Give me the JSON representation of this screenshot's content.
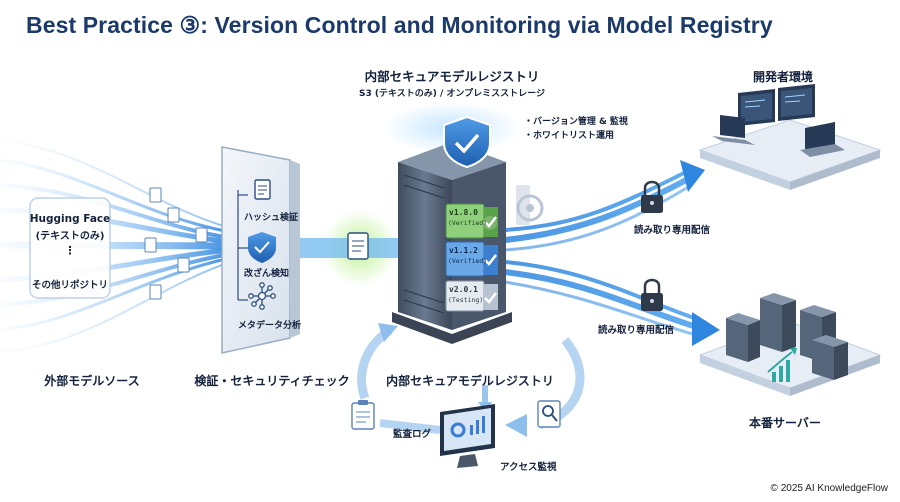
{
  "title": "Best Practice ③: Version Control and Monitoring via Model Registry",
  "external": {
    "source_1": "Hugging Face",
    "source_1_sub": "(テキストのみ)",
    "dots": "⋮",
    "source_2": "その他リポジトリ",
    "caption": "外部モデルソース"
  },
  "verify": {
    "items": [
      "ハッシュ検証",
      "改ざん検知",
      "メタデータ分析"
    ],
    "caption": "検証・セキュリティチェック"
  },
  "registry": {
    "title": "内部セキュアモデルレジストリ",
    "subtitle": "S3 (テキストのみ) / オンプレミスストレージ",
    "bullets": [
      "・バージョン管理 & 監視",
      "・ホワイトリスト運用"
    ],
    "versions": [
      {
        "version": "v1.8.0",
        "status": "(Verified)"
      },
      {
        "version": "v1.1.2",
        "status": "(Verified)"
      },
      {
        "version": "v2.0.1",
        "status": "(Testing)"
      }
    ],
    "caption": "内部セキュアモデルレジストリ"
  },
  "loop": {
    "audit": "監査ログ",
    "access": "アクセス監視"
  },
  "delivery": {
    "label_top": "読み取り専用配信",
    "label_bottom": "読み取り専用配信"
  },
  "targets": {
    "dev": "開発者環境",
    "prod": "本番サーバー"
  },
  "copyright": "© 2025 AI KnowledgeFlow",
  "colors": {
    "title": "#1b3a6b",
    "flow_blue": "#3b82d6",
    "green": "#7cc46a",
    "teal": "#2fa8a0",
    "server": "#55657a"
  }
}
